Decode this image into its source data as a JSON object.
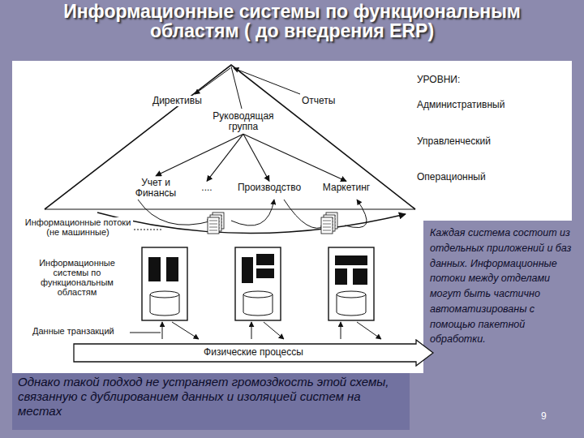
{
  "diagram": {
    "title": "Информационные системы по функциональным областям ( до внедрения ERP)",
    "caption": "Однако такой подход не устраняет громоздкость этой схемы, связанную с дублированием данных и изоляцией систем на местах",
    "nodes": [
      {
        "text": [
          "Руководящая группа"
        ]
      },
      {
        "text": [
          "Учет и Финансы"
        ]
      },
      {
        "text": [
          "...."
        ]
      },
      {
        "text": [
          "Производство"
        ]
      },
      {
        "text": [
          "Маркетинг"
        ]
      },
      {
        "text": [
          "Физические процессы"
        ]
      }
    ],
    "edges": [
      {
        "from": 0,
        "to": 1,
        "arrow": "to"
      },
      {
        "from": 0,
        "to": 2,
        "arrow": "to"
      },
      {
        "from": 0,
        "to": 3,
        "arrow": "to"
      },
      {
        "from": 0,
        "to": 4,
        "arrow": "to"
      }
    ],
    "labels": [
      "Директивы",
      "Отчеты",
      "УРОВНИ:",
      "Административный",
      "Управленческий",
      "Операционный",
      "Информационные потоки (не машинные)",
      "Информационные системы по функциональным областям",
      "Данные транзакций",
      "Каждая система состоит из отдельных приложений и баз данных. Информационные потоки между отделами могут быть частично автоматизированы с помощью пакетной обработки.",
      "9"
    ]
  }
}
